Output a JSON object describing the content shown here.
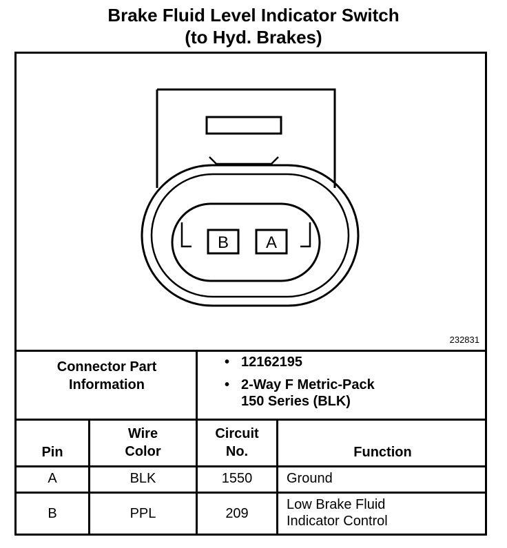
{
  "title": {
    "line1": "Brake Fluid Level Indicator Switch",
    "line2": "(to Hyd. Brakes)"
  },
  "diagram": {
    "figure_id": "232831",
    "terminals": [
      "B",
      "A"
    ]
  },
  "connector_info": {
    "label_line1": "Connector Part",
    "label_line2": "Information",
    "items": [
      {
        "lines": [
          "12162195"
        ]
      },
      {
        "lines": [
          "2-Way F Metric-Pack",
          "150 Series (BLK)"
        ]
      }
    ],
    "bullet": "•"
  },
  "table": {
    "headers": {
      "pin": "Pin",
      "wire_color_line1": "Wire",
      "wire_color_line2": "Color",
      "circuit_line1": "Circuit",
      "circuit_line2": "No.",
      "function": "Function"
    },
    "rows": [
      {
        "pin": "A",
        "wire_color": "BLK",
        "circuit": "1550",
        "function_line1": "Ground",
        "function_line2": ""
      },
      {
        "pin": "B",
        "wire_color": "PPL",
        "circuit": "209",
        "function_line1": "Low Brake Fluid",
        "function_line2": "Indicator Control"
      }
    ]
  }
}
